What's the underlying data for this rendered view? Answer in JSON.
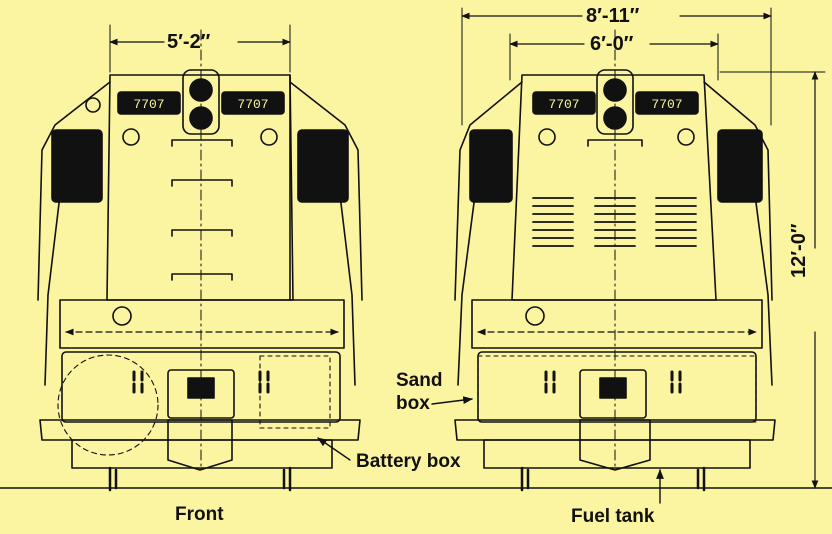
{
  "colors": {
    "paper": "#fbf4a0",
    "ink": "#111111"
  },
  "road_number": "7707",
  "dimensions": {
    "front_cab_width": "5′-2″",
    "rear_overall_width": "8′-11″",
    "rear_hood_width": "6′-0″",
    "height": "12′-0″"
  },
  "captions": {
    "front": "Front",
    "fuel_tank": "Fuel tank"
  },
  "callouts": {
    "sand_box_line1": "Sand",
    "sand_box_line2": "box",
    "battery_box": "Battery box"
  }
}
